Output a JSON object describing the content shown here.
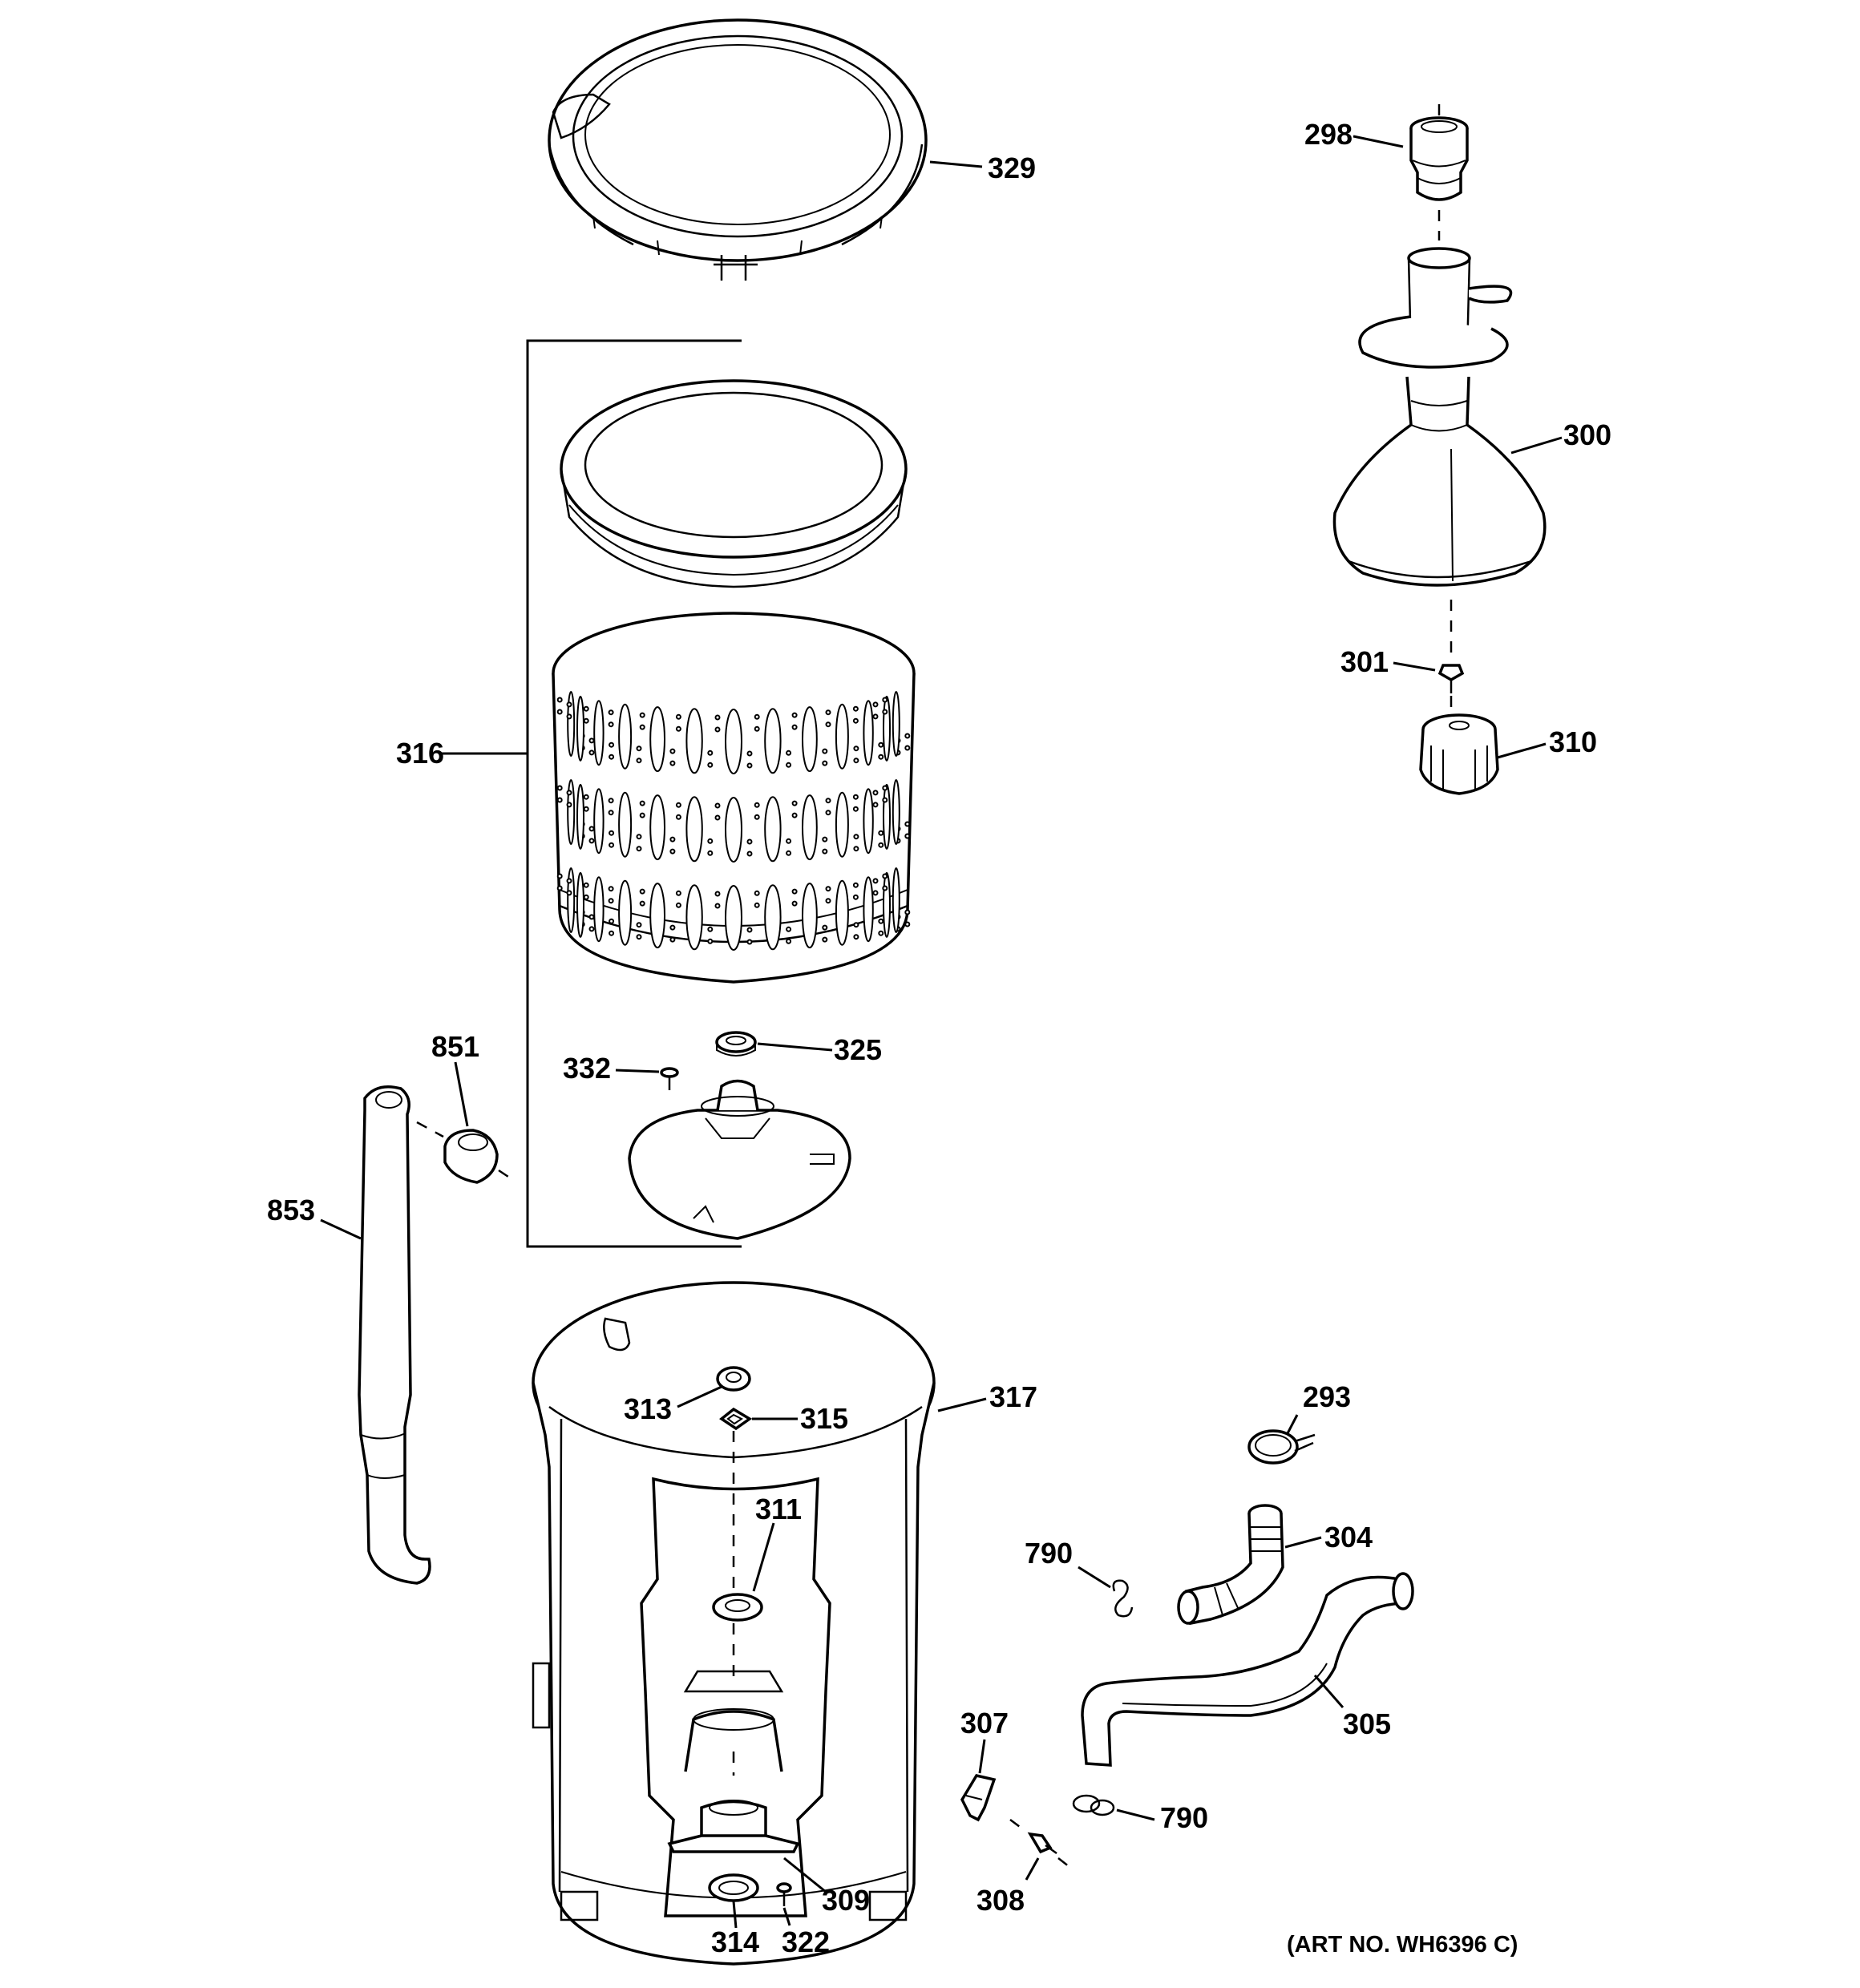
{
  "labels": {
    "p329": "329",
    "p298": "298",
    "p300": "300",
    "p301": "301",
    "p310": "310",
    "p316": "316",
    "p325": "325",
    "p332": "332",
    "p851": "851",
    "p853": "853",
    "p317": "317",
    "p313": "313",
    "p315": "315",
    "p311": "311",
    "p293": "293",
    "p304": "304",
    "p790a": "790",
    "p790b": "790",
    "p305": "305",
    "p307": "307",
    "p308": "308",
    "p309": "309",
    "p314": "314",
    "p322": "322"
  },
  "art_number": "(ART NO. WH6396 C)"
}
